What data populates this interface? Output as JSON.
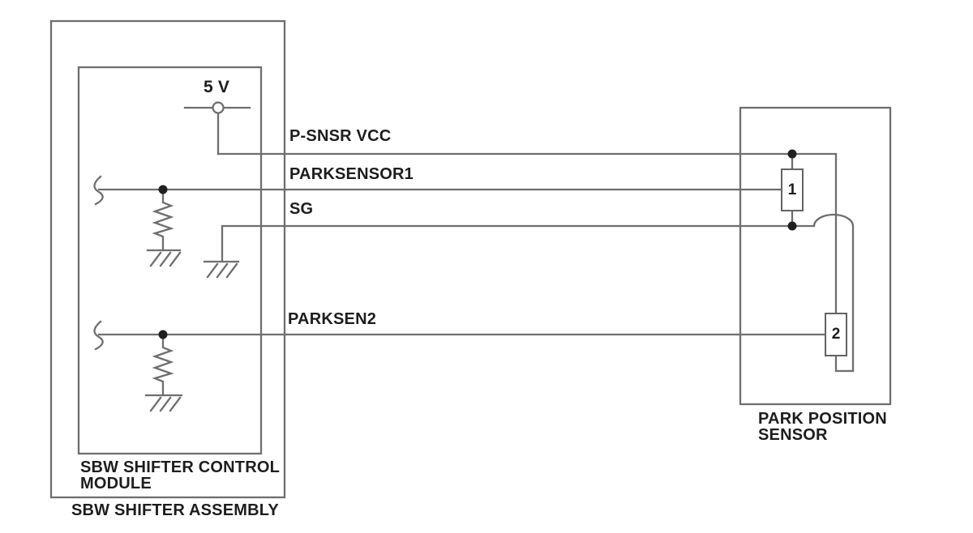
{
  "boxes": {
    "assembly": {
      "label": "SBW SHIFTER ASSEMBLY"
    },
    "module": {
      "label_line1": "SBW SHIFTER CONTROL",
      "label_line2": "MODULE"
    },
    "sensor": {
      "label_line1": "PARK POSITION",
      "label_line2": "SENSOR"
    }
  },
  "power": {
    "supply_label": "5 V"
  },
  "signals": {
    "vcc": "P-SNSR VCC",
    "parksensor1": "PARKSENSOR1",
    "sg": "SG",
    "parksen2": "PARKSEN2"
  },
  "components": {
    "comp1": "1",
    "comp2": "2"
  },
  "colors": {
    "line": "#6e6e6e",
    "dot": "#1f1f1f",
    "text": "#1d1d1d",
    "background": "#ffffff"
  }
}
